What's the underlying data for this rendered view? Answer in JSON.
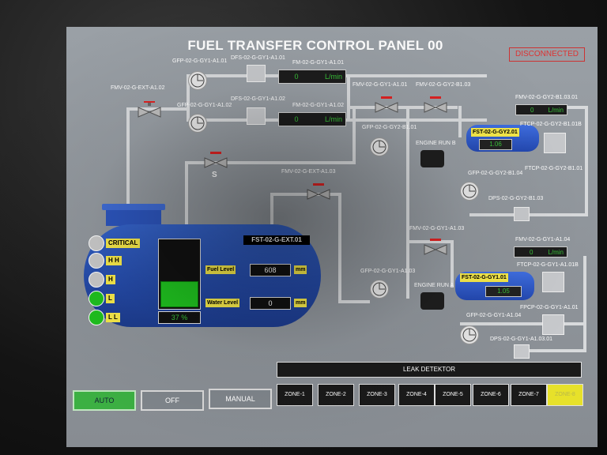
{
  "panel": {
    "title": "FUEL TRANSFER CONTROL PANEL 00",
    "status": "DISCONNECTED"
  },
  "top_line": {
    "pump1": "GFP-02-G-GY1-A1.01",
    "pump2": "GFP-02-G-GY1-A1.02",
    "dfs1": "DFS-02-G-GY1-A1.01",
    "dfs2": "DFS-02-G-GY1-A1.02",
    "fm1": "FM-02-G-GY1-A1.01",
    "fm2": "FM-02-G-GY1-A1.02",
    "fm1_value": "0",
    "fm2_value": "0",
    "unit": "L/min",
    "inlet_valve": "FMV-02-G-EXT-A1.02",
    "s_valve": "S"
  },
  "ext_valve": "FMV-02-G-EXT-A1.03",
  "tank": {
    "name": "FST-02-G-EXT.01",
    "levels": [
      {
        "tag": "CRITICAL",
        "on": false
      },
      {
        "tag": "H H",
        "on": false
      },
      {
        "tag": "H",
        "on": false
      },
      {
        "tag": "L",
        "on": true
      },
      {
        "tag": "L L",
        "on": true
      }
    ],
    "fill_percent": 37,
    "percent_text": "37 %",
    "fuel_level_label": "Fuel Level",
    "fuel_level_value": "608",
    "water_level_label": "Water Level",
    "water_level_value": "0",
    "unit": "mm"
  },
  "line_b": {
    "valve1": "FMV-02-G-GY1-A1.01",
    "valve2": "FMV-02-G-GY2-B1.03",
    "pump": "GFP-02-G-GY2-B1.01",
    "engine": "ENGINE RUN B",
    "tank": "FST-02-G-GY2.01",
    "tank_value": "1.06",
    "fmv": "FMV-02-G-GY2-B1.03.01",
    "value": "0",
    "unit": "L/min",
    "ftcp": "FTCP-02-G-GY2-B1.01B",
    "ftcp2": "FTCP-02-G-GY2-B1.01",
    "gfp2": "GFP-02-G-GY2-B1.04",
    "dps": "DPS-02-G-GY2-B1.03"
  },
  "line_a": {
    "valve": "FMV-02-G-GY1-A1.03",
    "pump": "GFP-02-G-GY1-A1.03",
    "engine": "ENGINE RUN A",
    "tank": "FST-02-G-GY1.01",
    "tank_value": "1.05",
    "fmv": "FMV-02-G-GY1-A1.04",
    "value": "0",
    "unit": "L/min",
    "ftcp": "FTCP-02-G-GY1-A1.01B",
    "fpcp": "FPCP-02-G-GY1-A1.01",
    "gfp2": "GFP-02-G-GY1-A1.04",
    "dps": "DPS-02-G-GY1-A1.03.01"
  },
  "modes": {
    "auto": "AUTO",
    "off": "OFF",
    "manual": "MANUAL"
  },
  "leak": {
    "title": "LEAK DETEKTOR",
    "zones": [
      "ZONE-1",
      "ZONE-2",
      "ZONE-3",
      "ZONE-4",
      "ZONE-5",
      "ZONE-6",
      "ZONE-7",
      "ZONE-8"
    ]
  },
  "colors": {
    "run_green": "#1fc01f",
    "alarm_yellow": "#e7e12a",
    "tank_blue": "#2a55be",
    "status_red": "#dd3333"
  }
}
